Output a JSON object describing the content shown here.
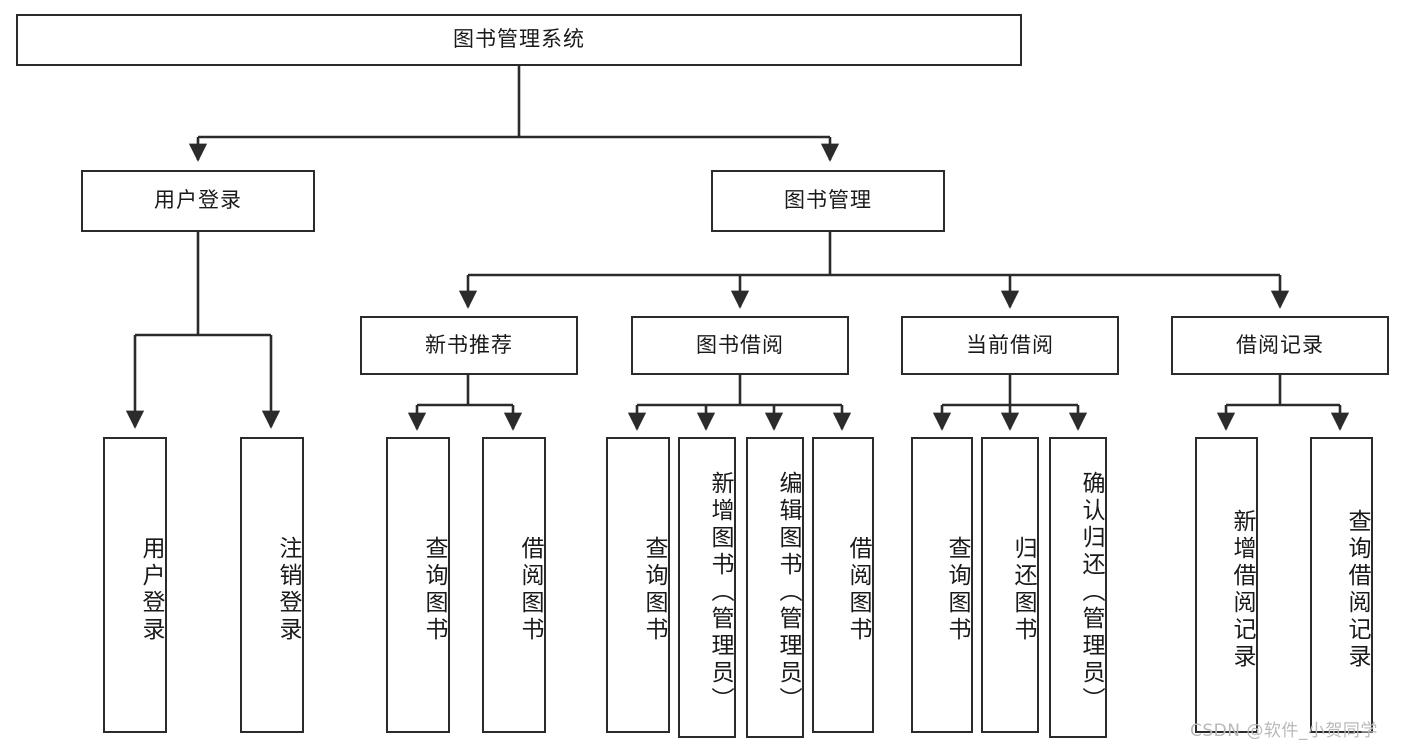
{
  "diagram": {
    "title": "图书管理系统",
    "type": "tree-hierarchy-diagram",
    "watermark": "CSDN @软件_小贺同学",
    "colors": {
      "stroke": "#2b2b2b",
      "fill": "#ffffff",
      "text": "#1a1a1a",
      "watermark": "#b9b9b9"
    },
    "root": {
      "label": "图书管理系统"
    },
    "level2": [
      {
        "label": "用户登录"
      },
      {
        "label": "图书管理"
      }
    ],
    "level3": [
      {
        "label": "新书推荐"
      },
      {
        "label": "图书借阅"
      },
      {
        "label": "当前借阅"
      },
      {
        "label": "借阅记录"
      }
    ],
    "leaves": {
      "user_login": [
        {
          "label": "用户登录"
        },
        {
          "label": "注销登录"
        }
      ],
      "new_book_recommend": [
        {
          "label": "查询图书"
        },
        {
          "label": "借阅图书"
        }
      ],
      "book_borrow": [
        {
          "label": "查询图书"
        },
        {
          "label": "新增图书（管理员）"
        },
        {
          "label": "编辑图书（管理员）"
        },
        {
          "label": "借阅图书"
        }
      ],
      "current_borrow": [
        {
          "label": "查询图书"
        },
        {
          "label": "归还图书"
        },
        {
          "label": "确认归还（管理员）"
        }
      ],
      "borrow_record": [
        {
          "label": "新增借阅记录"
        },
        {
          "label": "查询借阅记录"
        }
      ]
    }
  }
}
